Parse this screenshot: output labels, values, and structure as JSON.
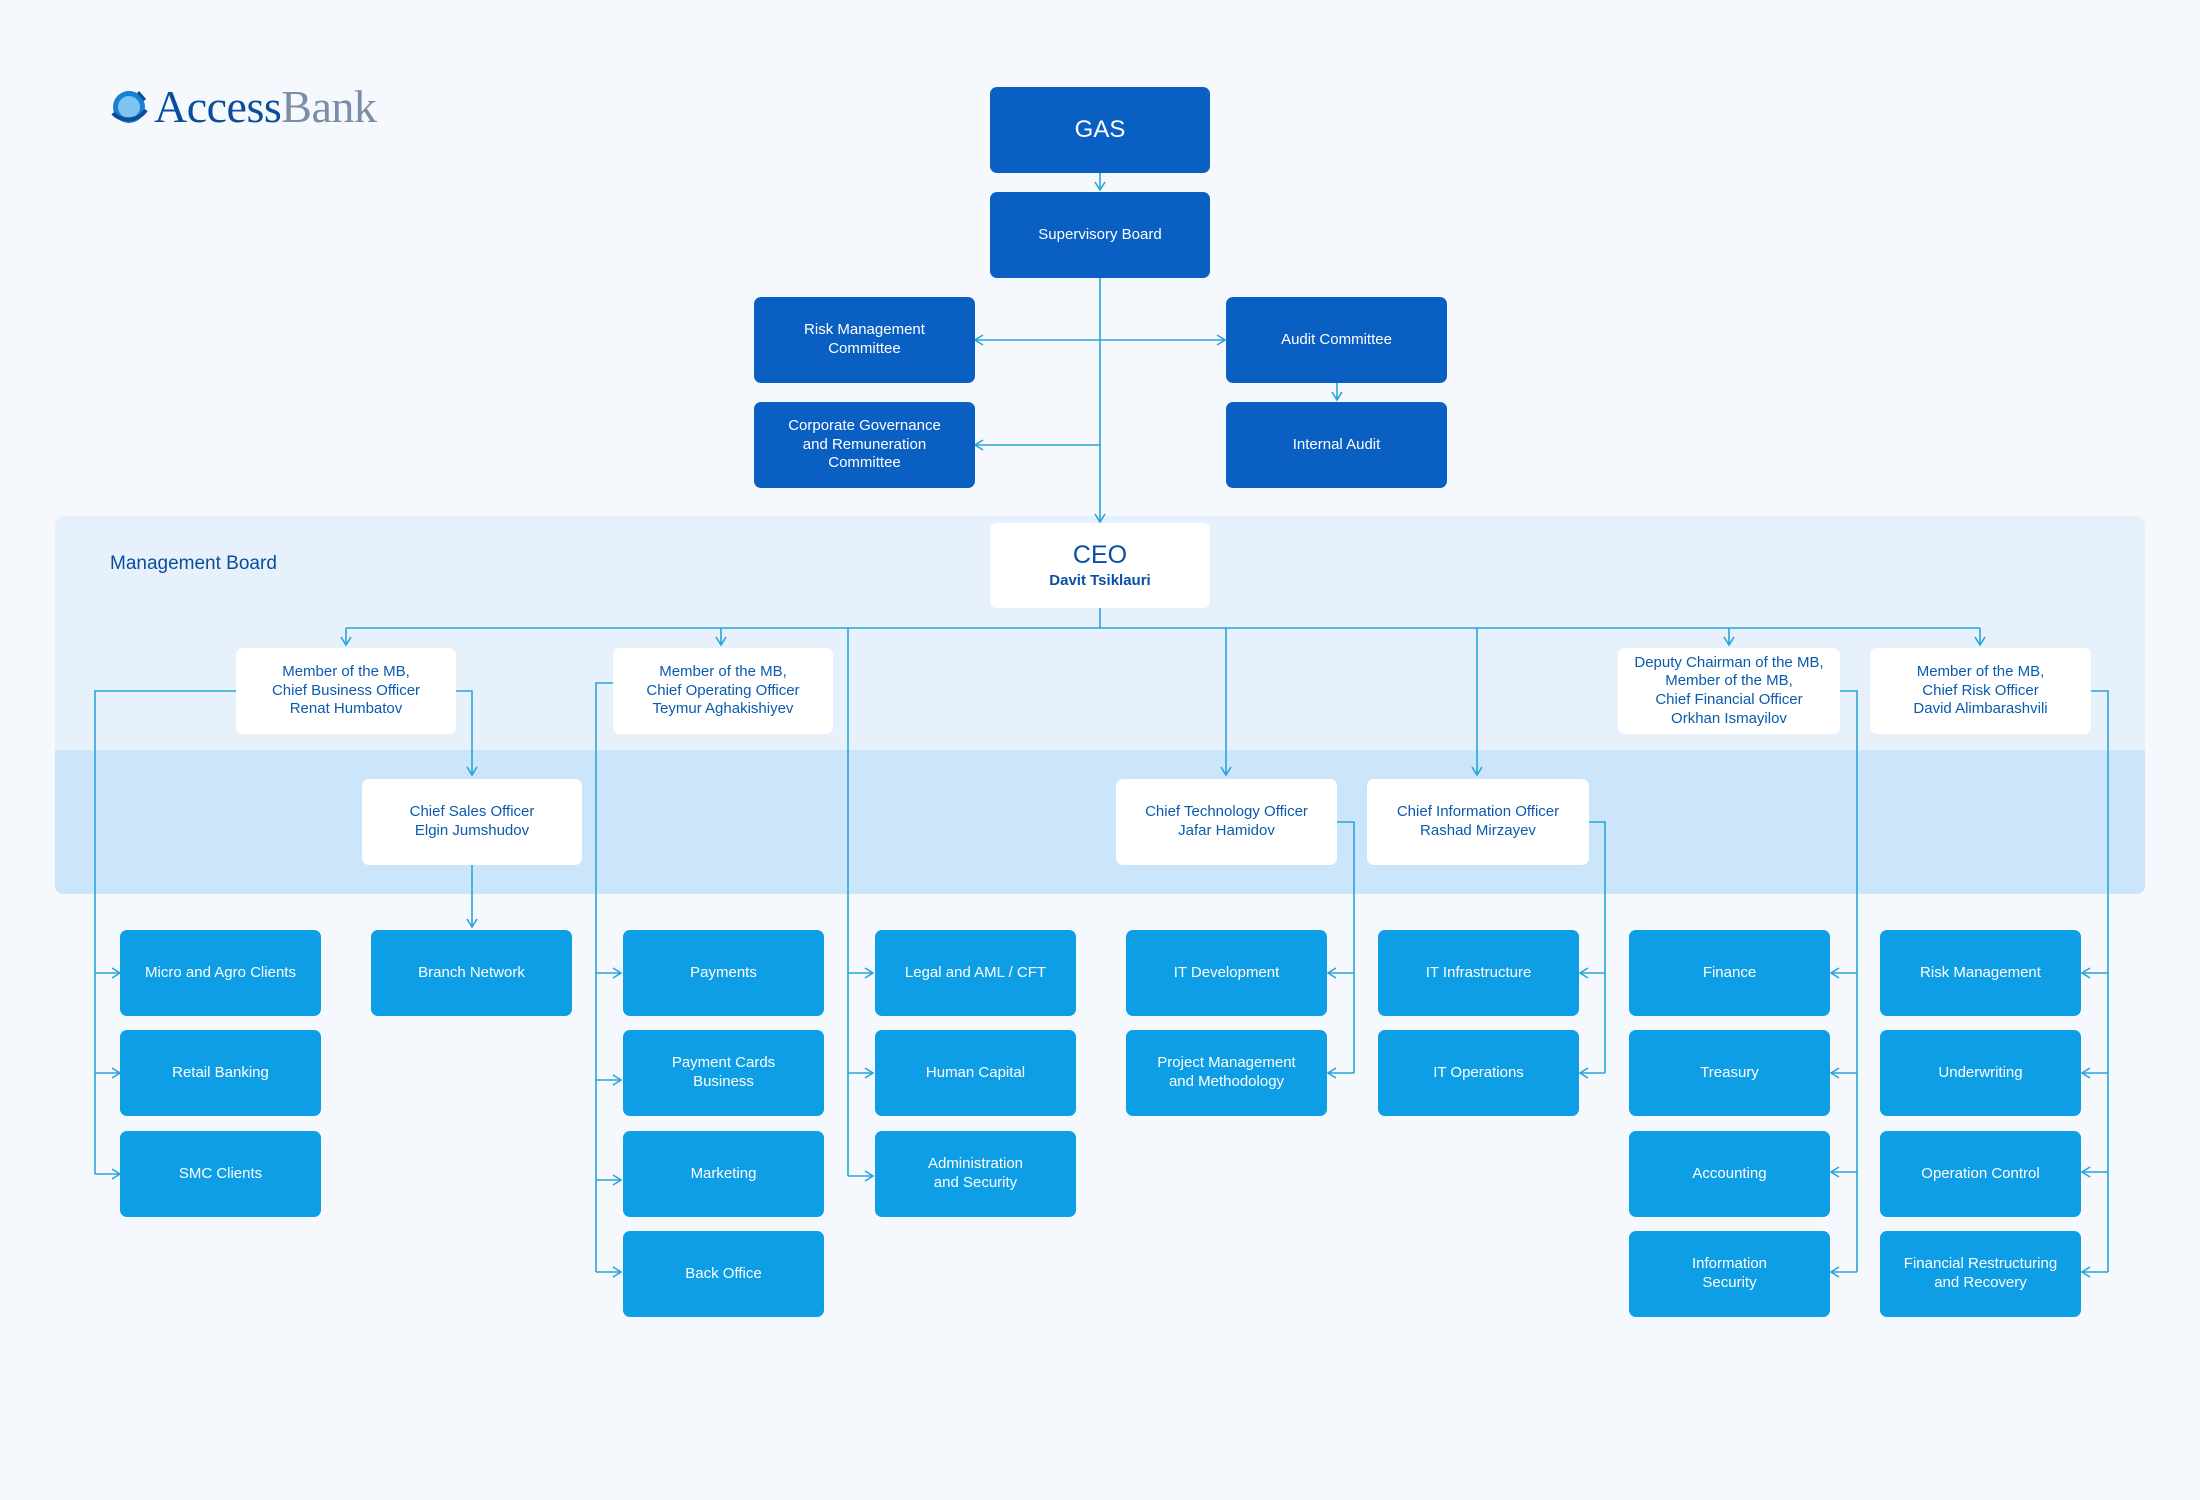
{
  "brand": {
    "logo_icon": "access-bank-globe-icon",
    "name_access": "Access",
    "name_bank": "Bank"
  },
  "management_board_label": "Management Board",
  "governance": {
    "gas": "GAS",
    "supervisory_board": "Supervisory Board",
    "risk_committee": "Risk Management\nCommittee",
    "corporate_governance": "Corporate Governance\nand Remuneration\nCommittee",
    "audit_committee": "Audit Committee",
    "internal_audit": "Internal Audit"
  },
  "ceo": {
    "title": "CEO",
    "name": "Davit Tsiklauri"
  },
  "executives": {
    "cbo": "Member of the MB,\nChief Business Officer\nRenat Humbatov",
    "coo": "Member of the MB,\nChief Operating Officer\nTeymur Aghakishiyev",
    "cfo": "Deputy Chairman of the MB,\nMember of the MB,\nChief Financial Officer\nOrkhan Ismayilov",
    "cro": "Member of the MB,\nChief Risk Officer\nDavid Alimbarashvili",
    "cso": "Chief Sales Officer\nElgin Jumshudov",
    "cto": "Chief Technology Officer\nJafar Hamidov",
    "cio": "Chief Information Officer\nRashad Mirzayev"
  },
  "departments": {
    "micro_agro": "Micro and Agro Clients",
    "retail": "Retail Banking",
    "smc": "SMC Clients",
    "branch": "Branch Network",
    "payments": "Payments",
    "payment_cards": "Payment Cards\nBusiness",
    "marketing": "Marketing",
    "back_office": "Back Office",
    "legal": "Legal and AML / CFT",
    "human_capital": "Human Capital",
    "admin_security": "Administration\nand Security",
    "it_dev": "IT Development",
    "project_mgmt": "Project Management\nand Methodology",
    "it_infra": "IT Infrastructure",
    "it_ops": "IT Operations",
    "finance": "Finance",
    "treasury": "Treasury",
    "accounting": "Accounting",
    "info_security": "Information\nSecurity",
    "risk_mgmt": "Risk Management",
    "underwriting": "Underwriting",
    "operation_control": "Operation Control",
    "fin_restructuring": "Financial Restructuring\nand Recovery"
  },
  "colors": {
    "governance_box": "#0a5fc2",
    "department_box": "#0e9ee6",
    "executive_box": "#ffffff",
    "connector": "#2aa5d8",
    "band_light": "#e6f1fc",
    "band_dark": "#cbe5fb"
  }
}
